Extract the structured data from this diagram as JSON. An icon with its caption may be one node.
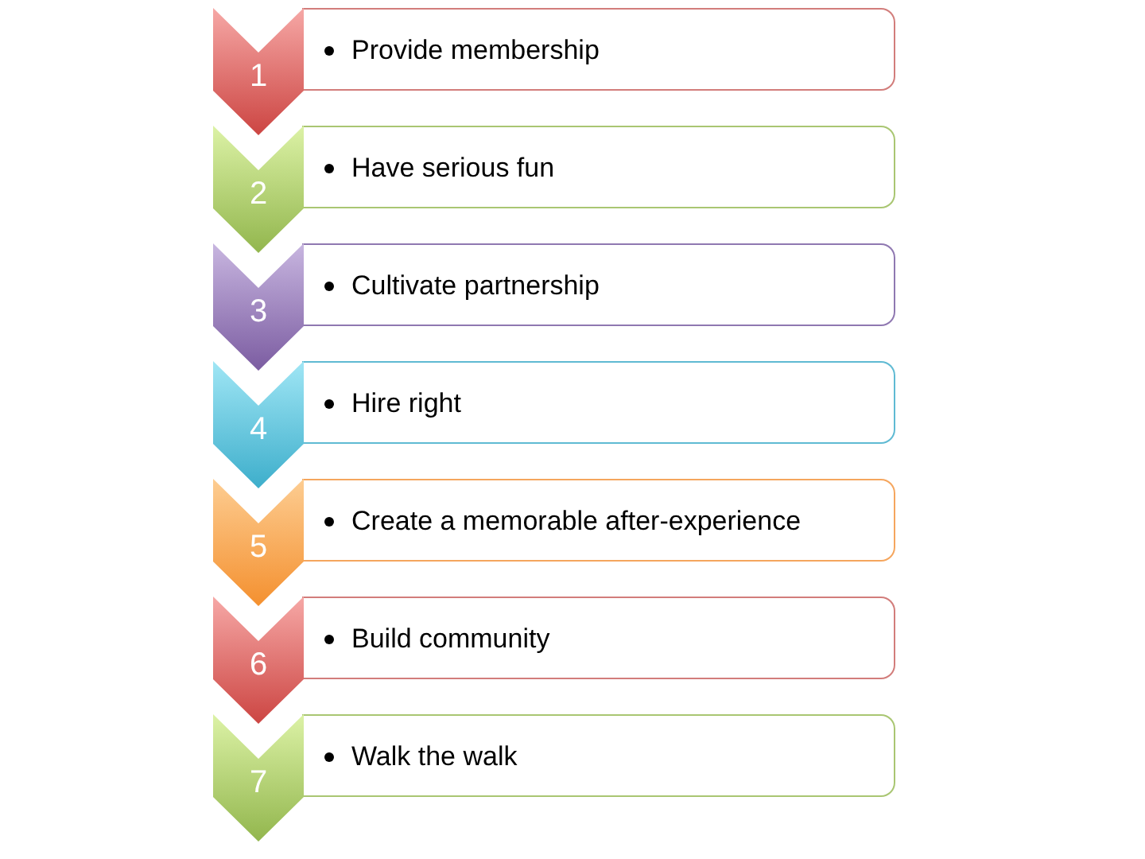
{
  "diagram": {
    "nodes": [
      {
        "text": [
          "1"
        ]
      },
      {
        "text": [
          "Provide membership"
        ]
      },
      {
        "text": [
          "2"
        ]
      },
      {
        "text": [
          "Have serious fun"
        ]
      },
      {
        "text": [
          "3"
        ]
      },
      {
        "text": [
          "Cultivate partnership"
        ]
      },
      {
        "text": [
          "4"
        ]
      },
      {
        "text": [
          "Hire right"
        ]
      },
      {
        "text": [
          "5"
        ]
      },
      {
        "text": [
          "Create a memorable after-experience"
        ]
      },
      {
        "text": [
          "6"
        ]
      },
      {
        "text": [
          "Build community"
        ]
      },
      {
        "text": [
          "7"
        ]
      },
      {
        "text": [
          "Walk the walk"
        ]
      }
    ]
  }
}
